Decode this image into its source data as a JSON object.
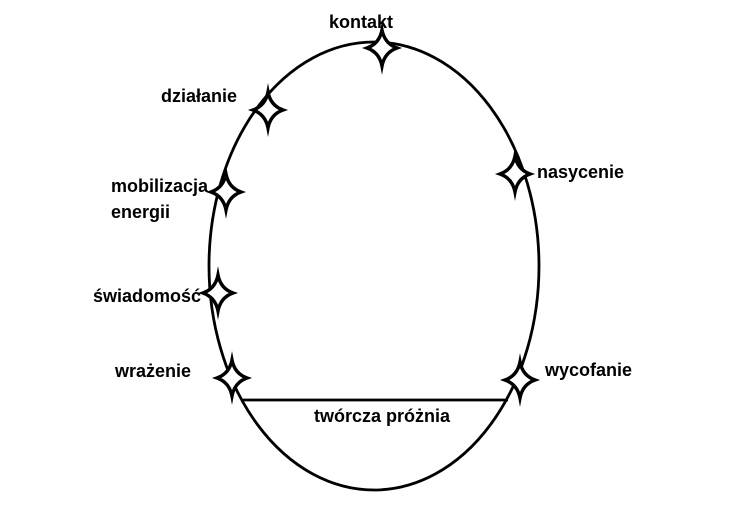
{
  "colors": {
    "background": "#ffffff",
    "line": "#000000",
    "text": "#000000",
    "star_fill": "#ffffff"
  },
  "diagram": {
    "marker_shape": "four-pointed-star",
    "stages": [
      {
        "label": "kontakt"
      },
      {
        "label": "działanie"
      },
      {
        "label": "mobilizacja energii"
      },
      {
        "label": "świadomość"
      },
      {
        "label": "wrażenie"
      },
      {
        "label": "nasycenie"
      },
      {
        "label": "wycofanie"
      }
    ],
    "baseline_label": "twórcza próżnia"
  }
}
